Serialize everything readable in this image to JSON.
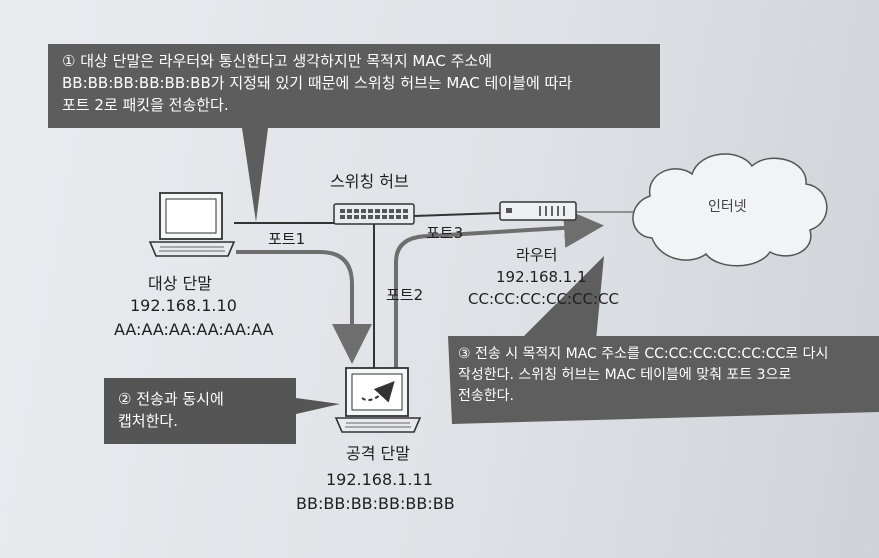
{
  "callouts": {
    "c1": {
      "line1": "① 대상 단말은 라우터와 통신한다고 생각하지만 목적지 MAC 주소에",
      "line2": "BB:BB:BB:BB:BB:BB가 지정돼 있기 때문에 스위칭 허브는 MAC 테이블에 따라",
      "line3": "포트 2로 패킷을 전송한다."
    },
    "c2": {
      "line1": "② 전송과 동시에",
      "line2": "캡처한다."
    },
    "c3": {
      "line1": "③ 전송 시 목적지 MAC 주소를 CC:CC:CC:CC:CC:CC로 다시",
      "line2": "작성한다. 스위칭 허브는 MAC 테이블에 맞춰 포트 3으로",
      "line3": "전송한다."
    }
  },
  "nodes": {
    "hub": {
      "name": "스위칭 허브"
    },
    "target": {
      "name": "대상 단말",
      "ip": "192.168.1.10",
      "mac": "AA:AA:AA:AA:AA:AA"
    },
    "attacker": {
      "name": "공격 단말",
      "ip": "192.168.1.11",
      "mac": "BB:BB:BB:BB:BB:BB"
    },
    "router": {
      "name": "라우터",
      "ip": "192.168.1.1",
      "mac": "CC:CC:CC:CC:CC:CC"
    },
    "internet": {
      "name": "인터넷"
    }
  },
  "ports": {
    "p1": "포트1",
    "p2": "포트2",
    "p3": "포트3"
  },
  "colors": {
    "callout_fill": "#5d5d5d",
    "link_line": "#3a3a3a",
    "arrow": "#6e6e6e"
  }
}
